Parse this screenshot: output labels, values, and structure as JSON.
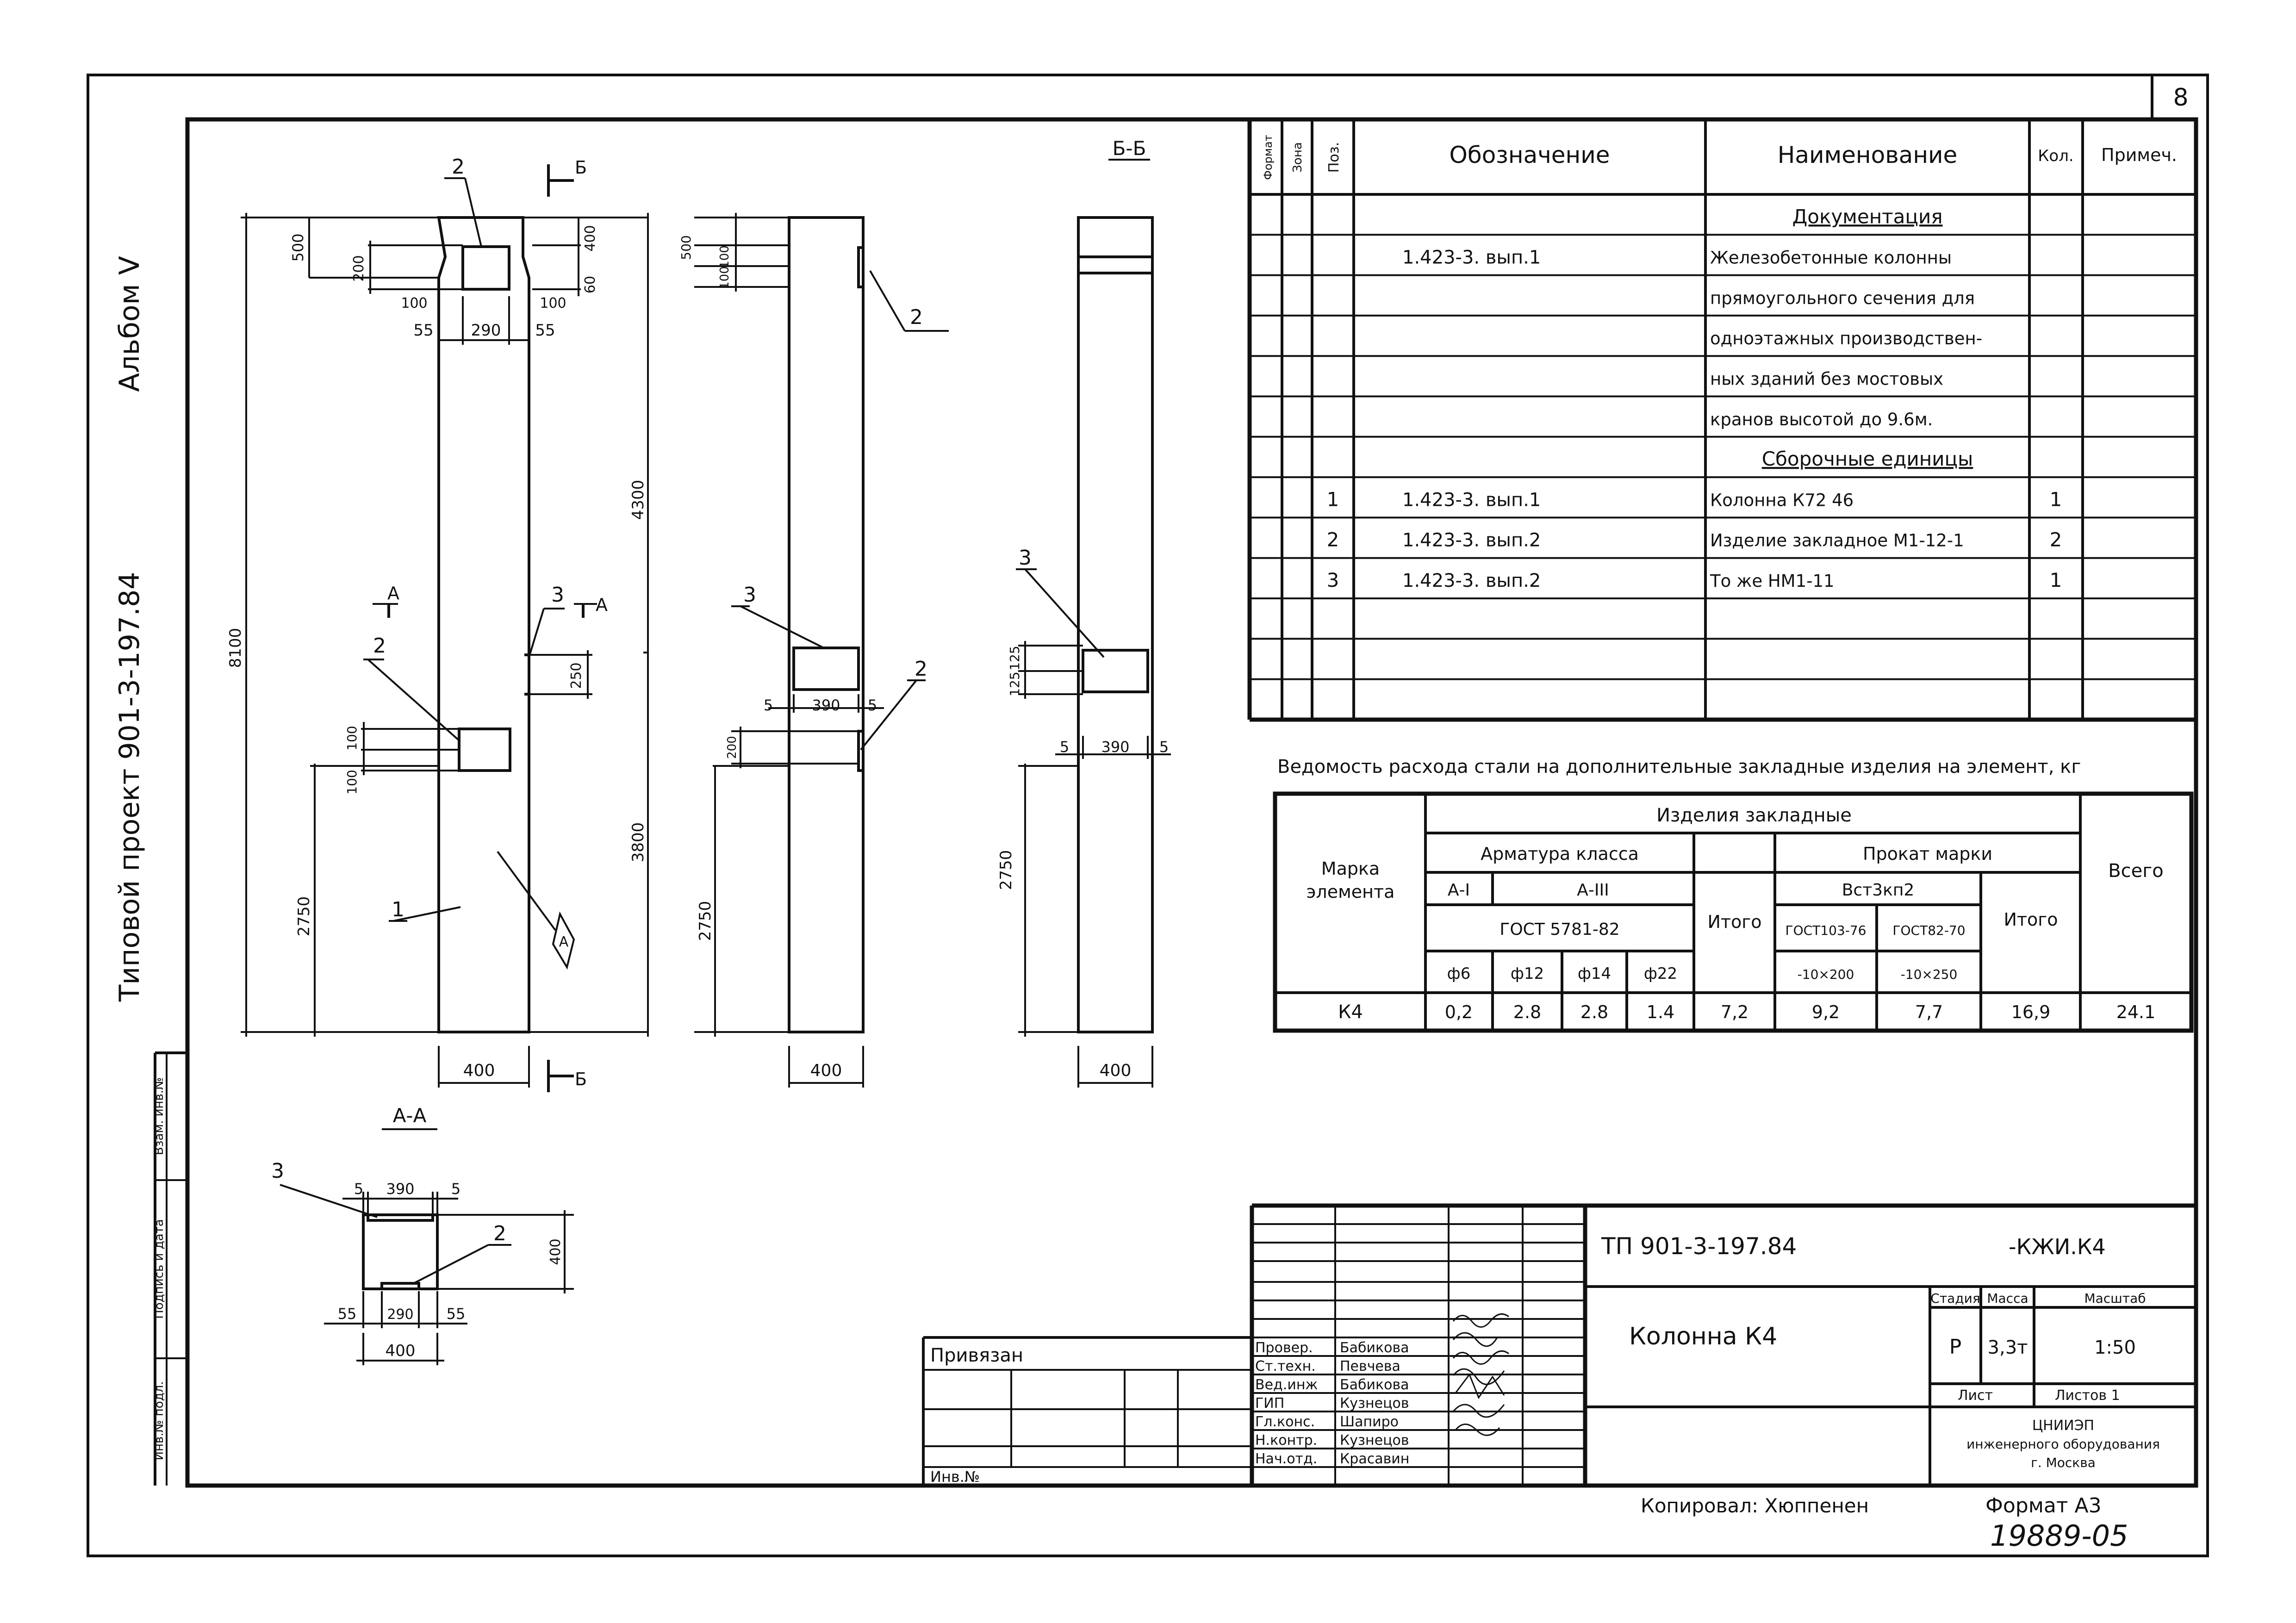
{
  "sheet": {
    "number": "8"
  },
  "side": {
    "album": "Альбом V",
    "project": "Типовой проект 901-3-197.84"
  },
  "stamp_left": [
    "Инв.№ подл.",
    "Подпись и дата",
    "Взам. инв.№"
  ],
  "views": {
    "section_bb": "Б-Б",
    "section_aa": "А-А",
    "cut_b": "Б",
    "cut_a": "А"
  },
  "dims": {
    "d500": "500",
    "d200": "200",
    "d100a": "100",
    "d100b": "100",
    "d55a": "55",
    "d290": "290",
    "d55b": "55",
    "d400": "400",
    "d60": "60",
    "d4300": "4300",
    "d8100": "8100",
    "d2750": "2750",
    "d3800": "3800",
    "d250": "250",
    "d400b": "400",
    "d100c": "100",
    "d100d": "100",
    "s500": "500",
    "s100": "100",
    "s100b": "100",
    "s5a": "5",
    "s390": "390",
    "s5b": "5",
    "s200": "200",
    "s2750": "2750",
    "s400": "400",
    "r125a": "125",
    "r125b": "125",
    "r2750": "2750",
    "r5a": "5",
    "r390": "390",
    "r5b": "5",
    "r400": "400",
    "a5a": "5",
    "a390": "390",
    "a5b": "5",
    "a55a": "55",
    "a290": "290",
    "a55b": "55",
    "a400": "400",
    "a400v": "400"
  },
  "leaders": {
    "p1": "1",
    "p2": "2",
    "p3": "3",
    "mark_a": "A"
  },
  "spec": {
    "headers": [
      "Формат",
      "Зона",
      "Поз.",
      "Обозначение",
      "Наименование",
      "Кол.",
      "Примеч."
    ],
    "rows": [
      {
        "pos": "",
        "code": "",
        "name": "Документация",
        "qty": "",
        "section": true
      },
      {
        "pos": "",
        "code": "1.423-3. вып.1",
        "name": "Железобетонные колонны",
        "qty": ""
      },
      {
        "pos": "",
        "code": "",
        "name": "прямоугольного сечения для",
        "qty": ""
      },
      {
        "pos": "",
        "code": "",
        "name": "одноэтажных производствен-",
        "qty": ""
      },
      {
        "pos": "",
        "code": "",
        "name": "ных зданий без мостовых",
        "qty": ""
      },
      {
        "pos": "",
        "code": "",
        "name": "кранов высотой до 9.6м.",
        "qty": ""
      },
      {
        "pos": "",
        "code": "",
        "name": "Сборочные единицы",
        "qty": "",
        "section": true
      },
      {
        "pos": "1",
        "code": "1.423-3. вып.1",
        "name": "Колонна К72 46",
        "qty": "1"
      },
      {
        "pos": "2",
        "code": "1.423-3. вып.2",
        "name": "Изделие закладное М1-12-1",
        "qty": "2"
      },
      {
        "pos": "3",
        "code": "1.423-3. вып.2",
        "name": "То же НМ1-11",
        "qty": "1"
      },
      {
        "pos": "",
        "code": "",
        "name": "",
        "qty": ""
      },
      {
        "pos": "",
        "code": "",
        "name": "",
        "qty": ""
      },
      {
        "pos": "",
        "code": "",
        "name": "",
        "qty": ""
      }
    ]
  },
  "steel": {
    "title": "Ведомость расхода стали на дополнительные закладные изделия на элемент, кг",
    "mark_header": "Марка элемента",
    "group": "Изделия закладные",
    "arm": "Арматура класса",
    "prokat": "Прокат марки",
    "a1": "А-I",
    "a3": "А-III",
    "gost_arm": "ГОСТ 5781-82",
    "total": "Итого",
    "vst": "Вст3кп2",
    "gost1": "ГОСТ103-76",
    "gost2": "ГОСТ82-70",
    "sec1": "-10×200",
    "sec2": "-10×250",
    "vsego": "Всего",
    "diams": [
      "ф6",
      "ф12",
      "ф14",
      "ф22"
    ],
    "row": {
      "mark": "К4",
      "v6": "0,2",
      "v12": "2.8",
      "v14": "2.8",
      "v22": "1.4",
      "itogo1": "7,2",
      "p1": "9,2",
      "p2": "7,7",
      "itogo2": "16,9",
      "vsego": "24.1"
    }
  },
  "titleblock": {
    "code": "ТП 901-3-197.84",
    "suffix": "-КЖИ.К4",
    "name": "Колонна К4",
    "stage_h": "Стадия",
    "mass_h": "Масса",
    "scale_h": "Масштаб",
    "stage": "Р",
    "mass": "3,3т",
    "scale": "1:50",
    "sheet_h": "Лист",
    "sheets_h": "Листов 1",
    "org1": "ЦНИИЭП",
    "org2": "инженерного оборудования",
    "org3": "г. Москва",
    "people": [
      {
        "role": "Провер.",
        "name": "Бабикова"
      },
      {
        "role": "Ст.техн.",
        "name": "Певчева"
      },
      {
        "role": "Вед.инж",
        "name": "Бабикова"
      },
      {
        "role": "ГИП",
        "name": "Кузнецов"
      },
      {
        "role": "Гл.конс.",
        "name": "Шапиро"
      },
      {
        "role": "Н.контр.",
        "name": "Кузнецов"
      },
      {
        "role": "Нач.отд.",
        "name": "Красавин"
      }
    ],
    "bound": "Привязан",
    "inv": "Инв.№"
  },
  "footer": {
    "copied": "Копировал: Хюппенен",
    "format": "Формат А3",
    "number": "19889-05"
  }
}
